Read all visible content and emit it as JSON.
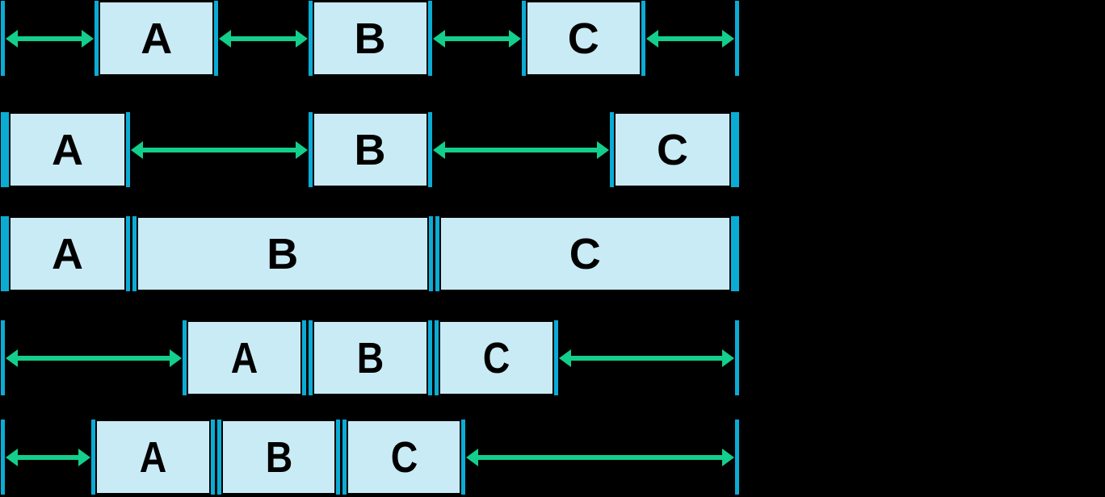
{
  "colors": {
    "background": "#000000",
    "container_line": "#0bacd4",
    "box_cap": "#0bacd4",
    "box_fill": "#c9ebf5",
    "box_border": "#000000",
    "arrow": "#14ce8c",
    "label": "#000000"
  },
  "rows": [
    {
      "id": "space-distributed-evenly",
      "boxes": [
        {
          "label": "A"
        },
        {
          "label": "B"
        },
        {
          "label": "C"
        }
      ]
    },
    {
      "id": "space-between-items",
      "boxes": [
        {
          "label": "A"
        },
        {
          "label": "B"
        },
        {
          "label": "C"
        }
      ]
    },
    {
      "id": "items-stretched",
      "boxes": [
        {
          "label": "A"
        },
        {
          "label": "B"
        },
        {
          "label": "C"
        }
      ]
    },
    {
      "id": "items-centered",
      "boxes": [
        {
          "label": "A"
        },
        {
          "label": "B"
        },
        {
          "label": "C"
        }
      ]
    },
    {
      "id": "items-start-offset",
      "boxes": [
        {
          "label": "A"
        },
        {
          "label": "B"
        },
        {
          "label": "C"
        }
      ]
    }
  ]
}
